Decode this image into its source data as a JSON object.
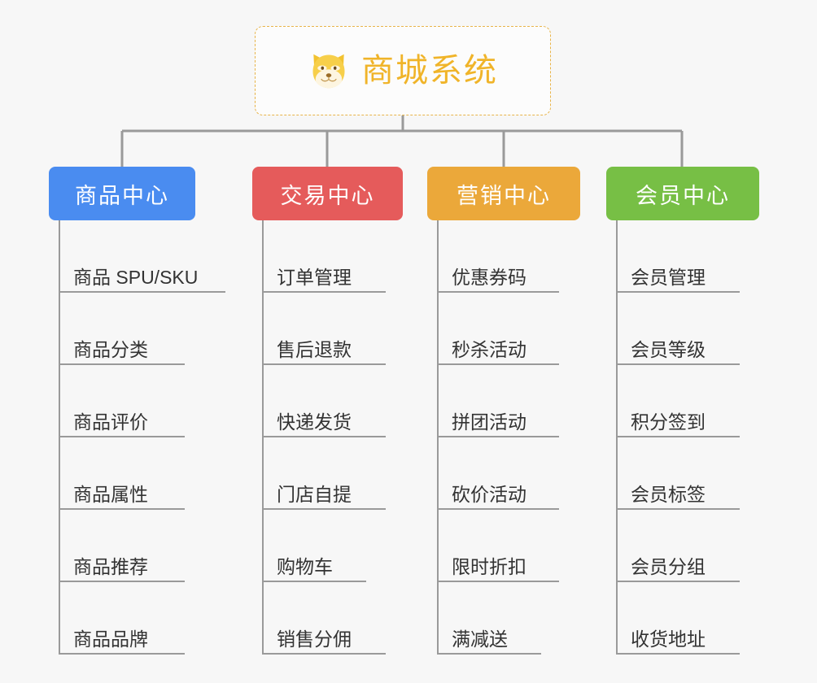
{
  "diagram": {
    "type": "mind-map",
    "background_color": "#f7f7f7",
    "root": {
      "title": "商城系统",
      "icon": "shiba-dog-face-icon",
      "text_color": "#f0b429",
      "border_color": "#e8b44a",
      "border_style": "dashed",
      "background_color": "#fcfcfc"
    },
    "connector_color": "#9a9a9a",
    "branches": [
      {
        "label": "商品中心",
        "color": "#4a8cf0",
        "items": [
          "商品 SPU/SKU",
          "商品分类",
          "商品评价",
          "商品属性",
          "商品推荐",
          "商品品牌"
        ]
      },
      {
        "label": "交易中心",
        "color": "#e55b5b",
        "items": [
          "订单管理",
          "售后退款",
          "快递发货",
          "门店自提",
          "购物车",
          "销售分佣"
        ]
      },
      {
        "label": "营销中心",
        "color": "#eba83a",
        "items": [
          "优惠券码",
          "秒杀活动",
          "拼团活动",
          "砍价活动",
          "限时折扣",
          "满减送"
        ]
      },
      {
        "label": "会员中心",
        "color": "#77bf45",
        "items": [
          "会员管理",
          "会员等级",
          "积分签到",
          "会员标签",
          "会员分组",
          "收货地址"
        ]
      }
    ]
  }
}
